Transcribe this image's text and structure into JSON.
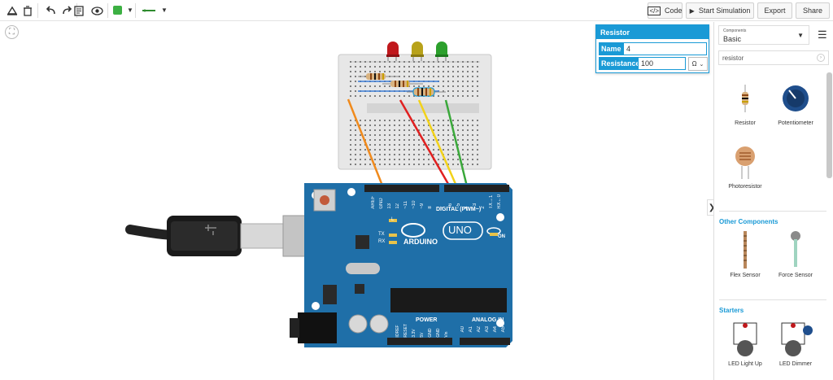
{
  "toolbar": {
    "code_label": "Code",
    "start_simulation_label": "Start Simulation",
    "export_label": "Export",
    "share_label": "Share",
    "wire_color": "#3cb043"
  },
  "inspector": {
    "title": "Resistor",
    "name_label": "Name",
    "name_value": "4",
    "resistance_label": "Resistance",
    "resistance_value": "100",
    "unit": "Ω"
  },
  "sidebar": {
    "components_small_label": "Components",
    "components_value": "Basic",
    "search_value": "resistor",
    "items": [
      {
        "label": "Resistor",
        "icon": "resistor-icon"
      },
      {
        "label": "Potentiometer",
        "icon": "potentiometer-icon"
      },
      {
        "label": "Photoresistor",
        "icon": "photoresistor-icon"
      }
    ],
    "other_heading": "Other Components",
    "other_items": [
      {
        "label": "Flex Sensor",
        "icon": "flex-sensor-icon"
      },
      {
        "label": "Force Sensor",
        "icon": "force-sensor-icon"
      }
    ],
    "starters_heading": "Starters",
    "starter_items": [
      {
        "label": "LED Light Up",
        "icon": "led-light-up-icon"
      },
      {
        "label": "LED Dimmer",
        "icon": "led-dimmer-icon"
      }
    ]
  },
  "board": {
    "brand": "ARDUINO",
    "model": "UNO",
    "digital_header": "DIGITAL (PWM~)",
    "power_header": "POWER",
    "analog_header": "ANALOG IN",
    "on_label": "ON",
    "l_label": "L",
    "tx_label": "TX",
    "rx_label": "RX",
    "digital_pins": [
      "AREF",
      "GND",
      "13",
      "12",
      "~11",
      "~10",
      "~9",
      "8",
      "7",
      "~6",
      "~5",
      "4",
      "~3",
      "2",
      "TX→1",
      "RX←0"
    ],
    "power_pins": [
      "IOREF",
      "RESET",
      "3.3V",
      "5V",
      "GND",
      "GND",
      "Vin"
    ],
    "analog_pins": [
      "A0",
      "A1",
      "A2",
      "A3",
      "A4",
      "A5"
    ]
  },
  "colors": {
    "accent": "#1a9ad6",
    "board": "#1f6fa8",
    "led_red": "#c0181c",
    "led_yellow": "#b8a21a",
    "led_green": "#2ca02c",
    "wire_orange": "#f08a1c",
    "wire_red": "#e02020",
    "wire_yellow": "#f2d21a",
    "wire_green": "#3aa83a"
  }
}
